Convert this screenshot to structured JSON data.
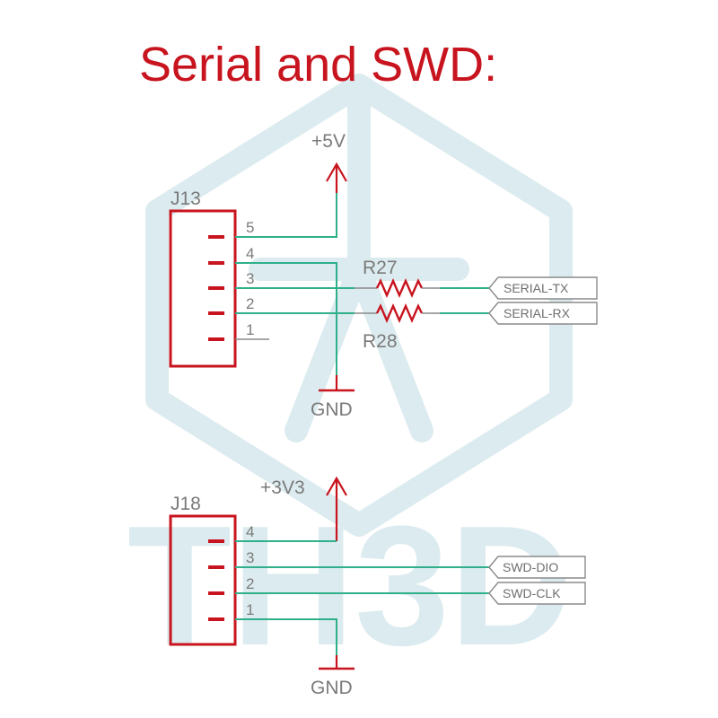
{
  "title": "Serial and SWD:",
  "watermark": {
    "text": "TH3D",
    "color": "#dcebef"
  },
  "colors": {
    "title": "#c8141e",
    "symbol": "#c8141e",
    "wire": "#2fb08a",
    "label": "#7a7a7a"
  },
  "serial": {
    "connector": "J13",
    "power": "+5V",
    "ground": "GND",
    "pins": [
      "5",
      "4",
      "3",
      "2",
      "1"
    ],
    "resistor_top": "R27",
    "resistor_bottom": "R28",
    "net_tx": "SERIAL-TX",
    "net_rx": "SERIAL-RX"
  },
  "swd": {
    "connector": "J18",
    "power": "+3V3",
    "ground": "GND",
    "pins": [
      "4",
      "3",
      "2",
      "1"
    ],
    "net_dio": "SWD-DIO",
    "net_clk": "SWD-CLK"
  }
}
